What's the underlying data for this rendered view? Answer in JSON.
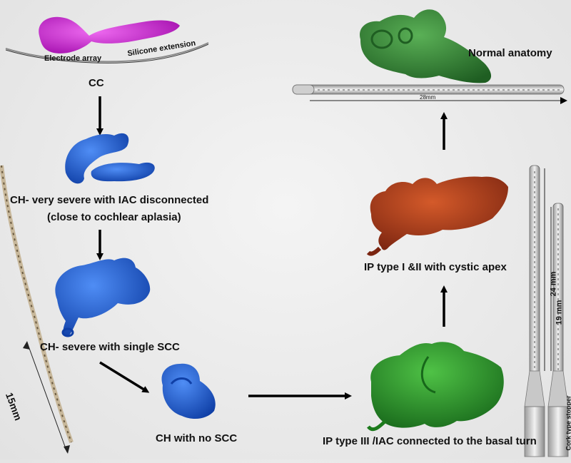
{
  "labels": {
    "electrode_array": "Electrode array",
    "silicone_extension": "Silicone extension",
    "cc": "CC",
    "ch_very_severe_1": "CH- very severe with IAC disconnected",
    "ch_very_severe_2": "(close to cochlear aplasia)",
    "ch_severe_single_scc": "CH- severe with single SCC",
    "ch_no_scc": "CH with no SCC",
    "ip_type_3": "IP type III /IAC connected to the basal turn",
    "ip_type_1_2": "IP type I &II with cystic apex",
    "normal_anatomy": "Normal anatomy",
    "length_28": "28mm",
    "length_24": "24 mm",
    "length_19": "19 mm",
    "length_15": "15mm",
    "cork_stopper": "Cork type stopper"
  },
  "colors": {
    "magenta": "#d21ed8",
    "blue": "#1f5fd6",
    "orange": "#b5411a",
    "green_ip3": "#2e9a2a",
    "green_normal": "#3a8f3a"
  }
}
